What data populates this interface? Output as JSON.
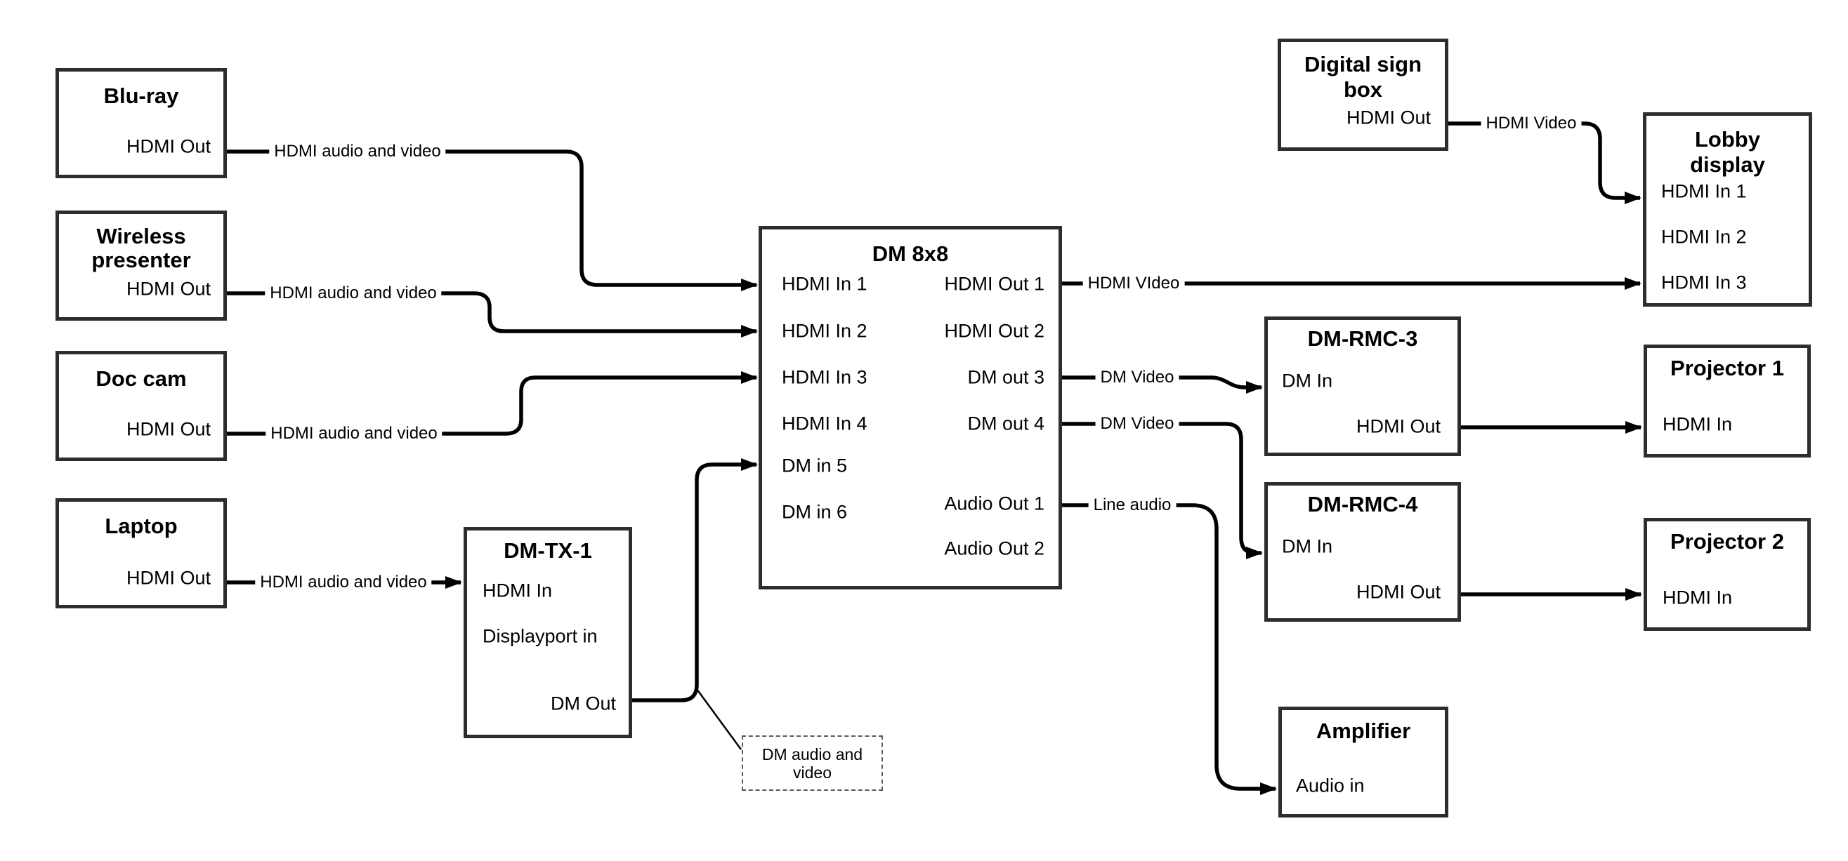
{
  "diagram": {
    "background_color": "#ffffff",
    "wire_color": "#000000",
    "box_border_color": "#2d2d2d",
    "text_color": "#000000"
  },
  "boxes": [
    {
      "id": "blu-ray",
      "title_lines": [
        "Blu-ray"
      ],
      "ports": [
        {
          "label": "HDMI Out"
        }
      ]
    },
    {
      "id": "wireless-presenter",
      "title_lines": [
        "Wireless",
        "presenter"
      ],
      "ports": [
        {
          "label": "HDMI Out"
        }
      ]
    },
    {
      "id": "doc-cam",
      "title_lines": [
        "Doc cam"
      ],
      "ports": [
        {
          "label": "HDMI Out"
        }
      ]
    },
    {
      "id": "laptop",
      "title_lines": [
        "Laptop"
      ],
      "ports": [
        {
          "label": "HDMI Out"
        }
      ]
    },
    {
      "id": "dm-tx-1",
      "title_lines": [
        "DM-TX-1"
      ],
      "ports": [
        {
          "label": "HDMI In"
        },
        {
          "label": "Displayport in"
        },
        {
          "label": "DM Out"
        }
      ]
    },
    {
      "id": "dm-8x8",
      "title_lines": [
        "DM 8x8"
      ],
      "ports": [
        {
          "label": "HDMI In 1"
        },
        {
          "label": "HDMI In 2"
        },
        {
          "label": "HDMI In 3"
        },
        {
          "label": "HDMI In 4"
        },
        {
          "label": "DM in 5"
        },
        {
          "label": "DM in 6"
        },
        {
          "label": "HDMI Out 1"
        },
        {
          "label": "HDMI Out 2"
        },
        {
          "label": "DM out 3"
        },
        {
          "label": "DM out 4"
        },
        {
          "label": "Audio Out 1"
        },
        {
          "label": "Audio Out 2"
        }
      ]
    },
    {
      "id": "digital-sign-box",
      "title_lines": [
        "Digital sign",
        "box"
      ],
      "ports": [
        {
          "label": "HDMI Out"
        }
      ]
    },
    {
      "id": "lobby-display",
      "title_lines": [
        "Lobby",
        "display"
      ],
      "ports": [
        {
          "label": "HDMI In 1"
        },
        {
          "label": "HDMI In 2"
        },
        {
          "label": "HDMI In 3"
        }
      ]
    },
    {
      "id": "dm-rmc-3",
      "title_lines": [
        "DM-RMC-3"
      ],
      "ports": [
        {
          "label": "DM In"
        },
        {
          "label": "HDMI Out"
        }
      ]
    },
    {
      "id": "projector-1",
      "title_lines": [
        "Projector 1"
      ],
      "ports": [
        {
          "label": "HDMI In"
        }
      ]
    },
    {
      "id": "dm-rmc-4",
      "title_lines": [
        "DM-RMC-4"
      ],
      "ports": [
        {
          "label": "DM In"
        },
        {
          "label": "HDMI Out"
        }
      ]
    },
    {
      "id": "projector-2",
      "title_lines": [
        "Projector 2"
      ],
      "ports": [
        {
          "label": "HDMI In"
        }
      ]
    },
    {
      "id": "amplifier",
      "title_lines": [
        "Amplifier"
      ],
      "ports": [
        {
          "label": "Audio in"
        }
      ]
    }
  ],
  "connections": [
    {
      "id": "c1",
      "label": "HDMI audio and video",
      "from": "Blu-ray HDMI Out",
      "to": "DM 8x8 HDMI In 1"
    },
    {
      "id": "c2",
      "label": "HDMI audio and video",
      "from": "Wireless presenter HDMI Out",
      "to": "DM 8x8 HDMI In 2"
    },
    {
      "id": "c3",
      "label": "HDMI audio and video",
      "from": "Doc cam HDMI Out",
      "to": "DM 8x8 HDMI In 3"
    },
    {
      "id": "c4",
      "label": "HDMI audio and video",
      "from": "Laptop HDMI Out",
      "to": "DM-TX-1 HDMI In"
    },
    {
      "id": "c5",
      "label": "",
      "from": "DM-TX-1 DM Out",
      "to": "DM 8x8 DM in 5"
    },
    {
      "id": "c6",
      "label": "HDMI VIdeo",
      "from": "DM 8x8 HDMI Out 1",
      "to": "Lobby display HDMI In 3"
    },
    {
      "id": "c7",
      "label": "DM Video",
      "from": "DM 8x8 DM out 3",
      "to": "DM-RMC-3 DM In"
    },
    {
      "id": "c8",
      "label": "DM Video",
      "from": "DM 8x8 DM out 4",
      "to": "DM-RMC-4 DM In"
    },
    {
      "id": "c9",
      "label": "Line audio",
      "from": "DM 8x8 Audio Out 1",
      "to": "Amplifier Audio in"
    },
    {
      "id": "c10",
      "label": "HDMI Video",
      "from": "Digital sign box HDMI Out",
      "to": "Lobby display HDMI In 1"
    },
    {
      "id": "c11",
      "label": "",
      "from": "DM-RMC-3 HDMI Out",
      "to": "Projector 1 HDMI In"
    },
    {
      "id": "c12",
      "label": "",
      "from": "DM-RMC-4 HDMI Out",
      "to": "Projector 2 HDMI In"
    }
  ],
  "note": {
    "lines": [
      "DM audio and",
      "video"
    ],
    "attached_to": "c5"
  }
}
